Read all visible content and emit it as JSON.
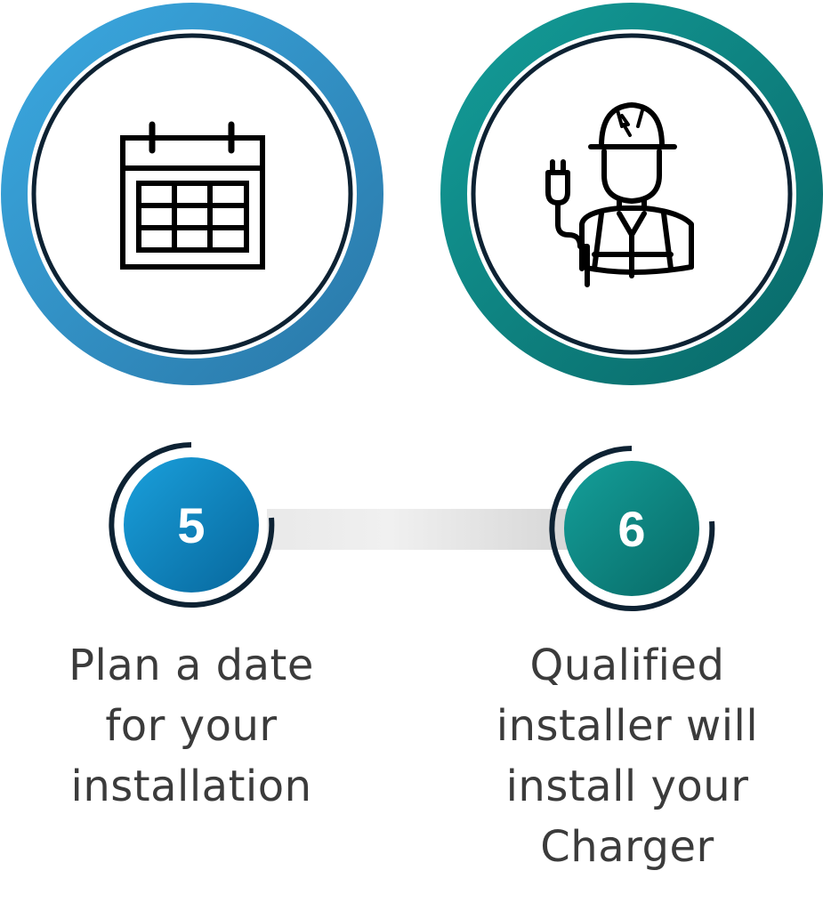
{
  "steps": [
    {
      "number": "5",
      "icon": "calendar-icon",
      "caption_lines": [
        "Plan a date",
        "for your",
        "installation"
      ],
      "ring_gradient": [
        "#3aa6de",
        "#2f7fb0"
      ],
      "badge_gradient": [
        "#1a9ad6",
        "#0a6aa0"
      ]
    },
    {
      "number": "6",
      "icon": "electrician-worker-icon",
      "caption_lines": [
        "Qualified",
        "installer will",
        "install your",
        "Charger"
      ],
      "ring_gradient": [
        "#129a96",
        "#0a6c6c"
      ],
      "badge_gradient": [
        "#149d98",
        "#0a6e6a"
      ]
    }
  ],
  "colors": {
    "inner_ring": "#0d2233",
    "badge_arc": "#0d2233",
    "text": "#3b3b3b",
    "connector": "#dcdcdc"
  }
}
